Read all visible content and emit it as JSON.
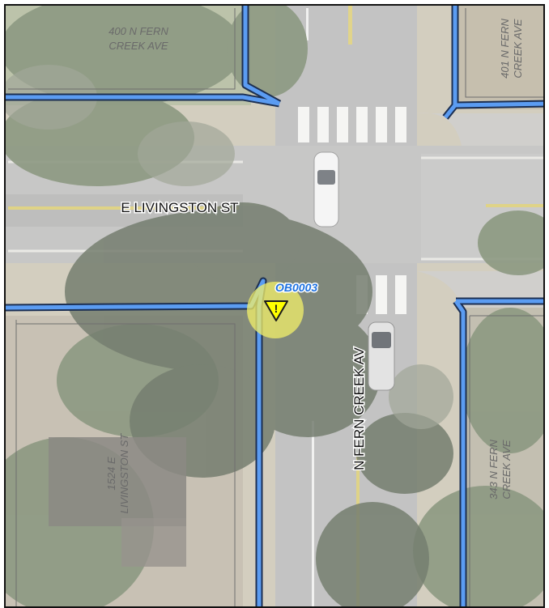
{
  "map": {
    "streets": {
      "livingston": "E LIVINGSTON ST",
      "fern_creek": "N FERN CREEK AV"
    },
    "parcels": {
      "p400": [
        "400 N FERN",
        "CREEK AVE"
      ],
      "p401": [
        "401 N FERN",
        "CREEK AVE"
      ],
      "p1524": [
        "1524 E",
        "LIVINGSTON ST"
      ],
      "p343": [
        "343 N FERN",
        "CREEK AVE"
      ]
    },
    "marker": {
      "id": "OB0003",
      "symbol": "!",
      "icon": "warning-triangle-icon"
    },
    "colors": {
      "sidewalk": "#5b9cf2",
      "sidewalk_outline": "#1c2f52",
      "marker_halo": "#f3f06a",
      "marker_fill": "#ffff00",
      "marker_label": "#1f72e0"
    }
  }
}
